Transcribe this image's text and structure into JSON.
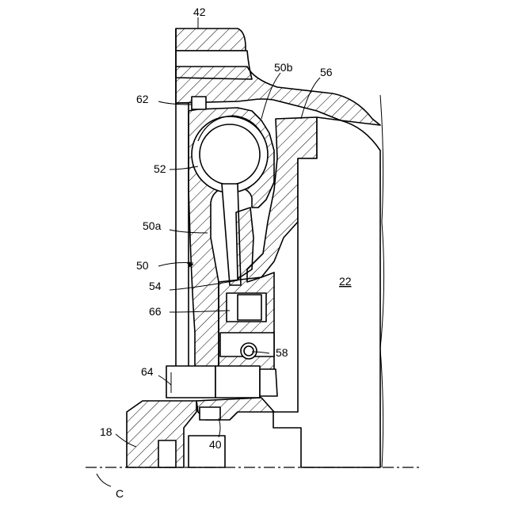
{
  "figure": {
    "labels": {
      "l42": "42",
      "l50b": "50b",
      "l56": "56",
      "l62": "62",
      "l52": "52",
      "l50a": "50a",
      "l50": "50",
      "l22": "22",
      "l54": "54",
      "l66": "66",
      "l58": "58",
      "l64": "64",
      "l18": "18",
      "l40": "40",
      "lC": "C"
    }
  }
}
